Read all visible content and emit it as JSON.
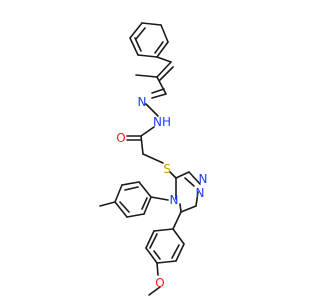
{
  "molecule": {
    "atoms": {
      "n_imine": {
        "text": "N",
        "color": "#1f3cff"
      },
      "nh_hydrazide": {
        "text": "NH",
        "color": "#1f3cff"
      },
      "o_carbonyl": {
        "text": "O",
        "color": "#ff1a1a"
      },
      "s_thioether": {
        "text": "S",
        "color": "#c8a000"
      },
      "n_triazole_top": {
        "text": "N",
        "color": "#1f3cff"
      },
      "n_triazole_right": {
        "text": "N",
        "color": "#1f3cff"
      },
      "n_triazole_left": {
        "text": "N",
        "color": "#1f3cff"
      },
      "o_methoxy": {
        "text": "O",
        "color": "#ff1a1a"
      }
    },
    "colors": {
      "bond": "#1a1a1a"
    }
  }
}
